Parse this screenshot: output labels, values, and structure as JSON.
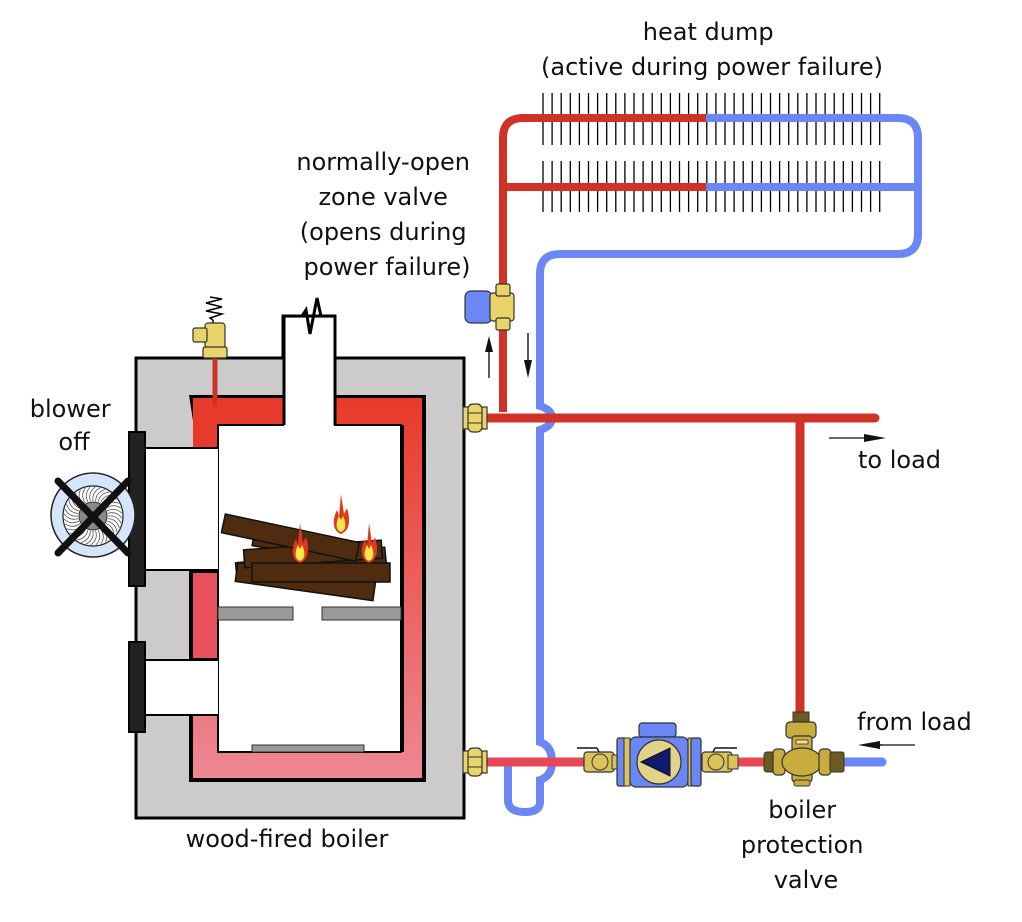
{
  "labels": {
    "heat_dump": [
      "heat dump",
      "(active during power failure)"
    ],
    "zone_valve": [
      "normally-open",
      "zone valve",
      "(opens during",
      "power failure)"
    ],
    "blower": [
      "blower",
      "off"
    ],
    "boiler": "wood-fired boiler",
    "to_load": "to load",
    "from_load": "from load",
    "protection_valve": [
      "boiler",
      "protection",
      "valve"
    ]
  },
  "colors": {
    "hot": "#d03326",
    "warm": "#e84856",
    "cold": "#6b86f5",
    "brass": "#e8d468",
    "casing": "#cbcbcb",
    "wood": "#4f2c10"
  },
  "states": {
    "blower": "off",
    "zone_valve": "open",
    "power": "failure"
  }
}
